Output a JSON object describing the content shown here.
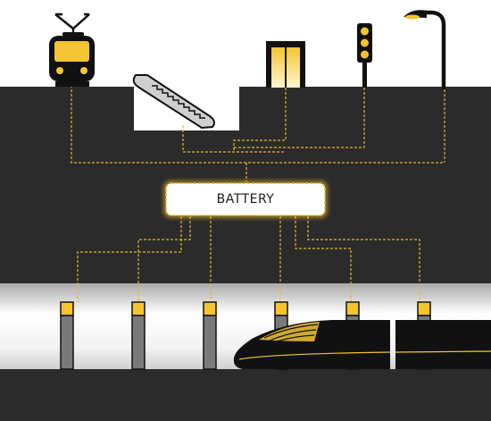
{
  "battery": {
    "label": "BATTERY"
  },
  "colors": {
    "ground": "#2b2b2b",
    "accent": "#f4c531",
    "wire": "#e8b62a",
    "bollard": "#7a7a7a",
    "vehicle": "#111111",
    "battery_fill": "#ffffff",
    "battery_glow": "#f0c530"
  },
  "icons": {
    "consumers": [
      "tram-icon",
      "escalator-icon",
      "elevator-icon",
      "traffic-light-icon",
      "street-lamp-icon"
    ],
    "sources": [
      "bollard-1",
      "bollard-2",
      "bollard-3",
      "bollard-4",
      "bollard-5",
      "bollard-6"
    ],
    "train": "high-speed-train-icon"
  }
}
